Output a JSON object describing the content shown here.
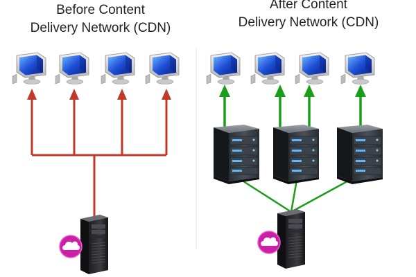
{
  "before": {
    "title_line1": "Before Content",
    "title_line2": "Delivery Network (CDN)",
    "arrow_color": "#c0392b",
    "client_count": 4
  },
  "after": {
    "title_line1": "After Content",
    "title_line2": "Delivery Network (CDN)",
    "arrow_color": "#1a9e1a",
    "client_count": 4,
    "edge_server_count": 3
  },
  "icons": {
    "client": "desktop-computer-icon",
    "edge_server": "rack-server-icon",
    "origin_server": "tower-server-icon",
    "cloud_badge": "cloud-icon",
    "cloud_badge_color": "#cc1ea6"
  }
}
